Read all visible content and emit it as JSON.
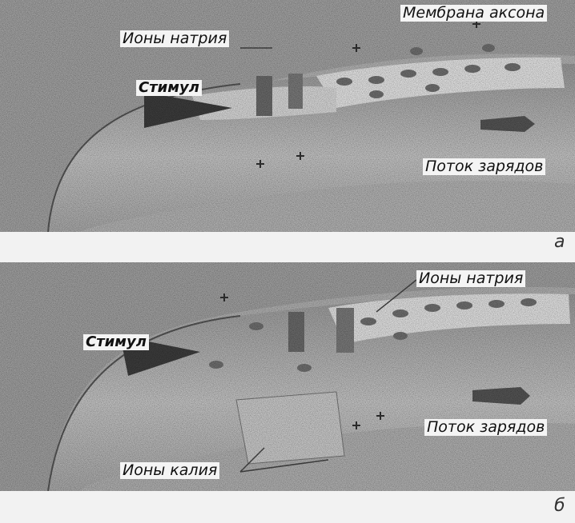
{
  "panel_a": {
    "membrane_label": "Мембрана аксона",
    "sodium_label": "Ионы натрия",
    "stimulus_label": "Стимул",
    "flow_label": "Поток зарядов",
    "letter": "а"
  },
  "panel_b": {
    "sodium_label": "Ионы натрия",
    "stimulus_label": "Стимул",
    "flow_label": "Поток зарядов",
    "potassium_label": "Ионы калия",
    "letter": "б"
  }
}
